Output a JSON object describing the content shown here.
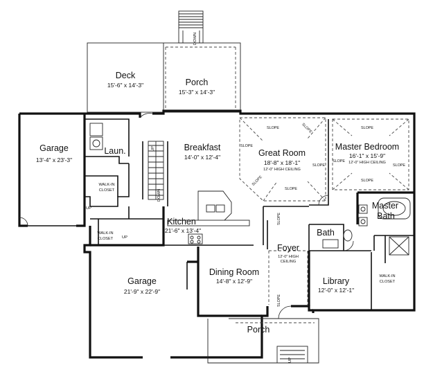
{
  "rooms": {
    "deck": {
      "name": "Deck",
      "dim": "15'-6\" x 14'-3\""
    },
    "porch_rear": {
      "name": "Porch",
      "dim": "15'-3\" x 14'-3\""
    },
    "garage_left": {
      "name": "Garage",
      "dim": "13'-4\" x 23'-3\""
    },
    "laundry": {
      "name": "Laun."
    },
    "breakfast": {
      "name": "Breakfast",
      "dim": "14'-0\" x 12'-4\""
    },
    "great_room": {
      "name": "Great Room",
      "dim": "18'-8\" x 18'-1\"",
      "note": "12'-0\" HIGH CEILING"
    },
    "master_bedroom": {
      "name": "Master Bedroom",
      "dim": "16'-1\" x 15'-9\"",
      "note": "12'-0\" HIGH CEILING"
    },
    "master_bath": {
      "name_line1": "Master",
      "name_line2": "Bath"
    },
    "kitchen": {
      "name": "Kitchen",
      "dim": "21'-6\" x 13'-4\""
    },
    "bath": {
      "name": "Bath"
    },
    "foyer": {
      "name": "Foyer",
      "note_line1": "12'-0\" HIGH",
      "note_line2": "CEILING"
    },
    "garage_main": {
      "name": "Garage",
      "dim": "21'-9\" x 22'-9\""
    },
    "dining_room": {
      "name": "Dining Room",
      "dim": "14'-8\" x 12'-9\""
    },
    "library": {
      "name": "Library",
      "dim": "12'-0\" x 12'-1\""
    },
    "porch_front": {
      "name": "Porch"
    }
  },
  "closets": {
    "walk_in_1": {
      "line1": "WALK-IN",
      "line2": "CLOSET"
    },
    "walk_in_2": {
      "line1": "WALK-IN",
      "line2": "CLOSET"
    },
    "walk_in_3": {
      "line1": "WALK-IN",
      "line2": "CLOSET"
    }
  },
  "labels": {
    "slope": "SLOPE",
    "up": "UP",
    "down": "DOWN"
  }
}
